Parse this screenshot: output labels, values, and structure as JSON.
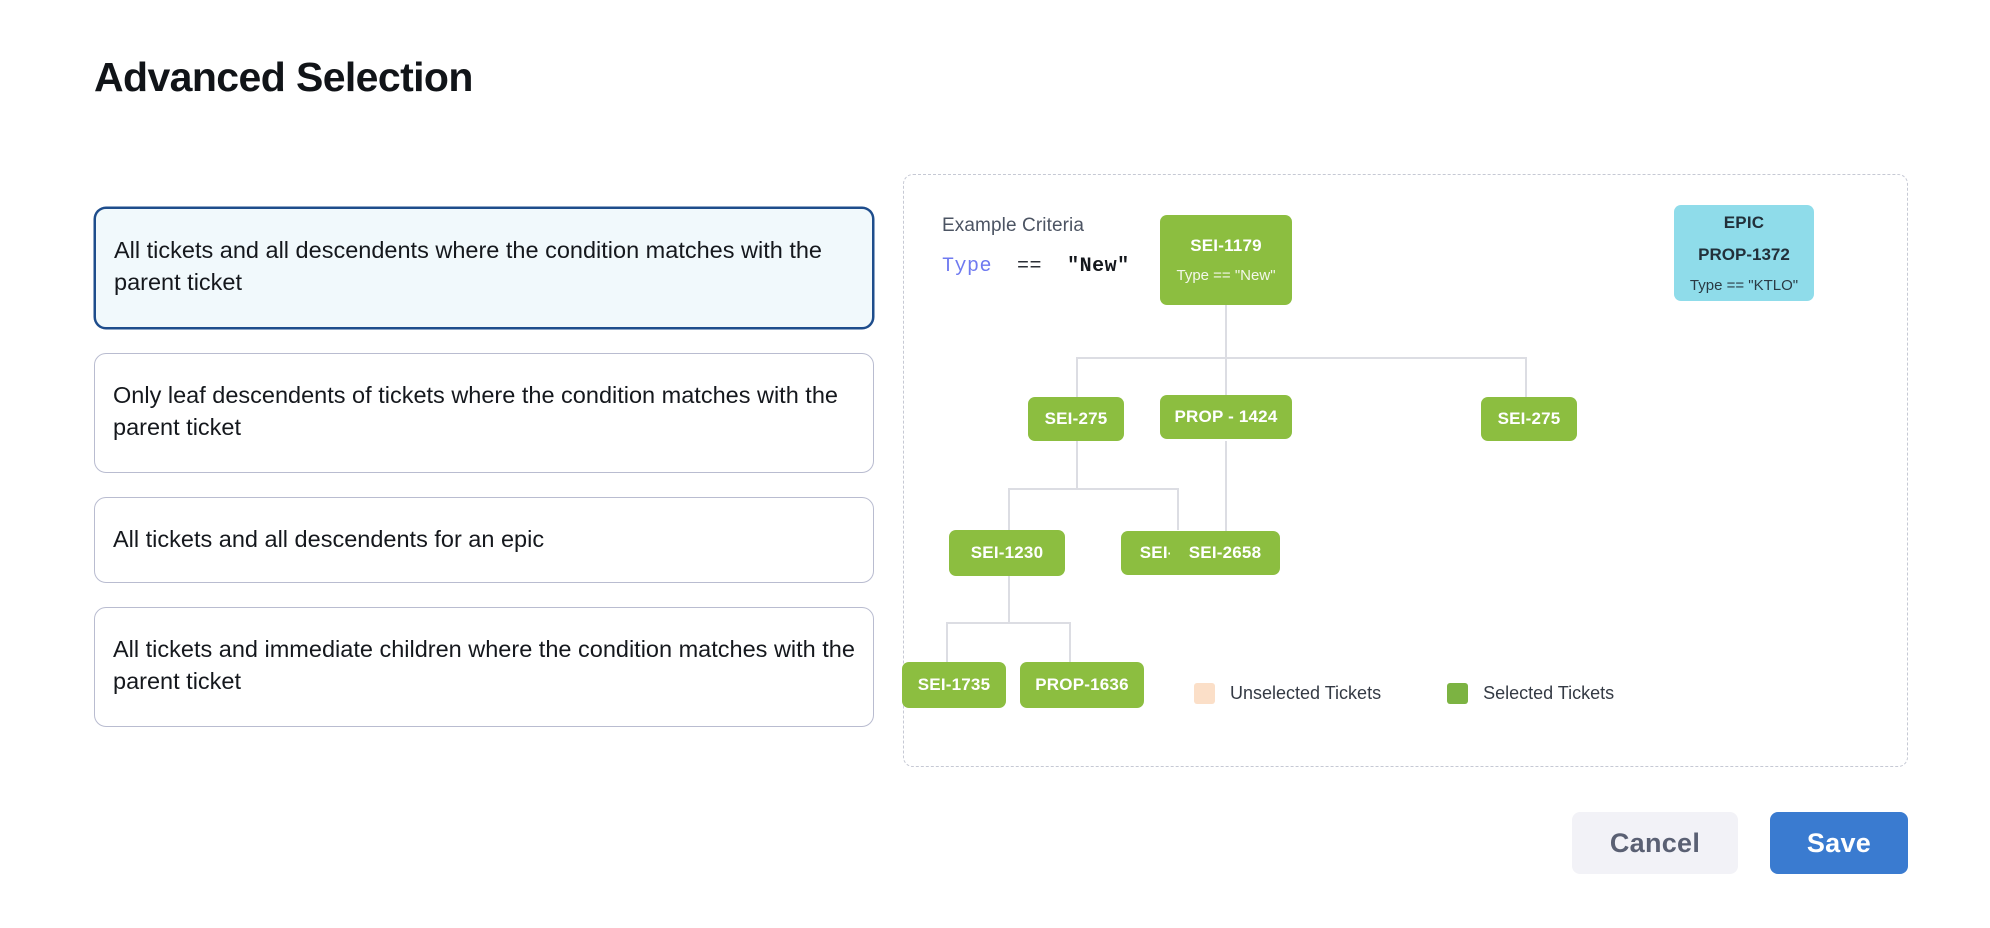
{
  "page": {
    "title": "Advanced Selection"
  },
  "options": [
    {
      "id": "all-descendents-condition",
      "label": "All tickets and all descendents where the condition matches with the parent ticket",
      "selected": true
    },
    {
      "id": "leaf-descendents-condition",
      "label": "Only leaf descendents of tickets where the condition matches with the parent ticket",
      "selected": false
    },
    {
      "id": "all-descendents-epic",
      "label": "All tickets and all descendents for an epic",
      "selected": false
    },
    {
      "id": "immediate-children-condition",
      "label": "All tickets and immediate children where the condition matches with the parent ticket",
      "selected": false
    }
  ],
  "diagram": {
    "criteria_label": "Example Criteria",
    "criteria_keyword": "Type",
    "criteria_operator": "==",
    "criteria_value": "\"New\"",
    "nodes": {
      "root": {
        "title": "SEI-1179",
        "sub": "Type == \"New\""
      },
      "epic": {
        "line1": "EPIC",
        "line2": "PROP-1372",
        "sub": "Type == \"KTLO\""
      },
      "child_left": {
        "title": "SEI-275"
      },
      "child_mid": {
        "title": "PROP - 1424"
      },
      "child_right": {
        "title": "SEI-275"
      },
      "gc_left": {
        "title": "SEI-1230"
      },
      "gc_mid": {
        "title": "SEI-1735"
      },
      "gc_right": {
        "title": "SEI-2658"
      },
      "ggc_left": {
        "title": "SEI-1735"
      },
      "ggc_right": {
        "title": "PROP-1636"
      }
    },
    "legend": [
      {
        "id": "unselected",
        "label": "Unselected Tickets",
        "color": "#fbdfc8"
      },
      {
        "id": "selected",
        "label": "Selected Tickets",
        "color": "#7cb342"
      }
    ]
  },
  "footer": {
    "cancel_label": "Cancel",
    "save_label": "Save"
  },
  "colors": {
    "selected_node": "#8cbe40",
    "epic_node": "#8fdcea",
    "accent_blue": "#3a7bd0",
    "selected_card_border": "#1e4d8c",
    "selected_card_bg": "#f1f9fc"
  }
}
